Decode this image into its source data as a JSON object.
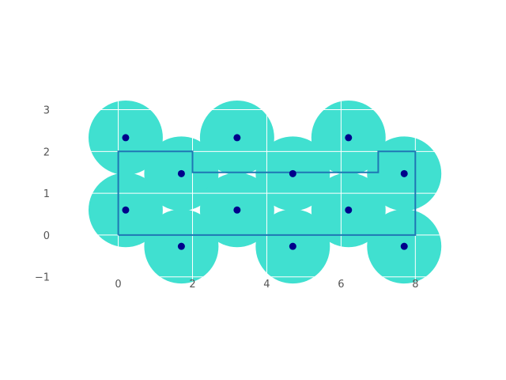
{
  "chart_data": {
    "type": "scatter",
    "title": "",
    "xlabel": "",
    "ylabel": "",
    "xlim": [
      -1.8,
      9.1
    ],
    "ylim": [
      -1.1,
      3.2
    ],
    "x_ticks": [
      0,
      2,
      4,
      6,
      8
    ],
    "y_ticks": [
      -1,
      0,
      1,
      2,
      3
    ],
    "grid": true,
    "colors": {
      "coverage": "#40E0D0",
      "points": "#00008B",
      "outline": "#1F77B4"
    },
    "coverage_radius": 1.0,
    "points": [
      {
        "x": 0.2,
        "y": 2.33
      },
      {
        "x": 3.2,
        "y": 2.33
      },
      {
        "x": 6.2,
        "y": 2.33
      },
      {
        "x": 1.7,
        "y": 1.47
      },
      {
        "x": 4.7,
        "y": 1.47
      },
      {
        "x": 7.7,
        "y": 1.47
      },
      {
        "x": 0.2,
        "y": 0.6
      },
      {
        "x": 3.2,
        "y": 0.6
      },
      {
        "x": 6.2,
        "y": 0.6
      },
      {
        "x": 1.7,
        "y": -0.27
      },
      {
        "x": 4.7,
        "y": -0.27
      },
      {
        "x": 7.7,
        "y": -0.27
      }
    ],
    "outline": [
      [
        0,
        0
      ],
      [
        8,
        0
      ],
      [
        8,
        2
      ],
      [
        7,
        2
      ],
      [
        7,
        1.5
      ],
      [
        2,
        1.5
      ],
      [
        2,
        2
      ],
      [
        0,
        2
      ],
      [
        0,
        0
      ]
    ]
  }
}
